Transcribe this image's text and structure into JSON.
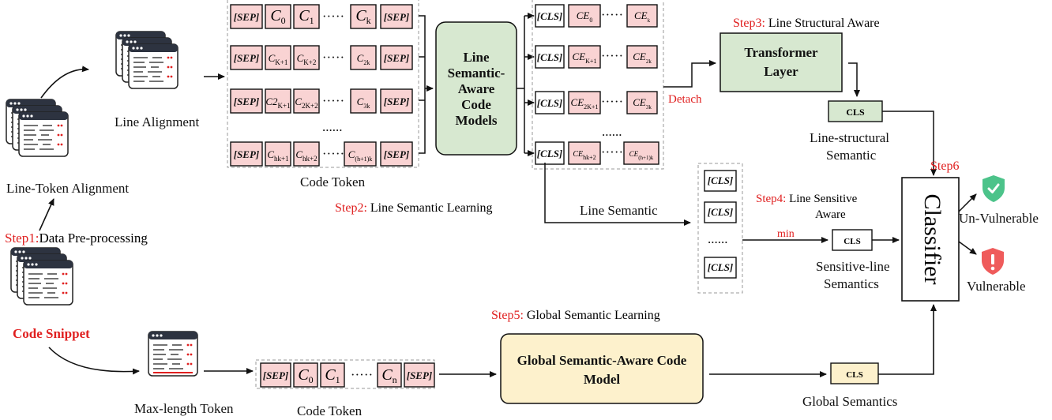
{
  "steps": {
    "step1_num": "Step1:",
    "step1_text": "Data Pre-processing",
    "step2_num": "Step2:",
    "step2_text": " Line Semantic Learning",
    "step3_num": "Step3:",
    "step3_text": " Line Structural Aware",
    "step4_num": "Step4:",
    "step4_text_a": " Line Sensitive",
    "step4_text_b": "Aware",
    "step5_num": "Step5:",
    "step5_text": " Global Semantic Learning",
    "step6_num": "Step6"
  },
  "labels": {
    "line_token_alignment": "Line-Token Alignment",
    "line_alignment": "Line Alignment",
    "code_snippet": "Code Snippet",
    "max_length_token": "Max-length Token",
    "code_token_top": "Code Token",
    "code_token_bottom": "Code Token",
    "line_semantic": "Line Semantic",
    "detach": "Detach",
    "min": "min",
    "line_structural_semantic_a": "Line-structural",
    "line_structural_semantic_b": "Semantic",
    "sensitive_line_a": "Sensitive-line",
    "sensitive_line_b": "Semantics",
    "global_semantics": "Global Semantics",
    "un_vulnerable": "Un-Vulnerable",
    "vulnerable": "Vulnerable",
    "ellipsis": "......",
    "dots_inline": "·····"
  },
  "boxes": {
    "line_model": [
      "Line",
      "Semantic-",
      "Aware",
      "Code",
      "Models"
    ],
    "transformer": [
      "Transformer",
      "Layer"
    ],
    "global_model": [
      "Global Semantic-Aware Code",
      "Model"
    ],
    "classifier": "Classifier",
    "cls": "CLS"
  },
  "tokens": {
    "sep": "[SEP]",
    "cls": "[CLS]",
    "rows": [
      [
        "C",
        "0",
        "C",
        "1",
        "C",
        "k"
      ],
      [
        "C",
        "K+1",
        "C",
        "K+2",
        "C",
        "2k"
      ],
      [
        "C2",
        "K+1",
        "C",
        "2K+2",
        "C",
        "3k"
      ],
      [
        "C",
        "hk+1",
        "C",
        "hk+2",
        "C",
        "(h+1)k"
      ]
    ],
    "bottom_row": [
      "C",
      "0",
      "C",
      "1",
      "C",
      "n"
    ],
    "ce_rows": [
      [
        "CE",
        "0",
        "CE",
        "k"
      ],
      [
        "CE",
        "K+1",
        "CE",
        "2k"
      ],
      [
        "CE",
        "2K+1",
        "CE",
        "3k"
      ],
      [
        "CE",
        "hk+2",
        "CE",
        "(h+1)k"
      ]
    ]
  },
  "colors": {
    "token_fill": "#f9d3d3",
    "line_model_fill": "#d7e8d0",
    "transformer_fill": "#d7e8d0",
    "global_fill": "#fdf1cc",
    "code_snippet_red": "#e02020",
    "step_red": "#e02020",
    "shield_green": "#4cc38a",
    "shield_red": "#ef5b5b"
  },
  "icons": [
    "code-window-icon",
    "shield-check-icon",
    "shield-alert-icon"
  ]
}
